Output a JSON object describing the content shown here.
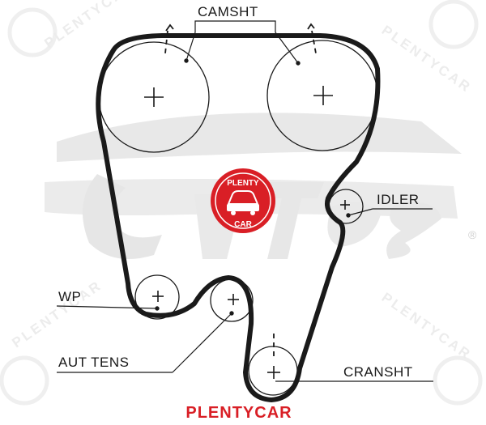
{
  "labels": {
    "camshaft": "CAMSHT",
    "idler": "IDLER",
    "water_pump": "WP",
    "auto_tensioner": "AUT TENS",
    "crankshaft": "CRANSHT"
  },
  "brand_caption": "PLENTYCAR",
  "logo": {
    "top_text": "PLENTY",
    "bottom_text": "CAR"
  },
  "watermark": {
    "text": "PLENTYCAR",
    "reg_mark": "®"
  },
  "colors": {
    "belt": "#1a1a1a",
    "brand_red": "#d91f26",
    "watermark_gray": "#e8e8e8"
  },
  "icons": [
    "plus-icon",
    "car-icon",
    "registered-mark-icon"
  ]
}
